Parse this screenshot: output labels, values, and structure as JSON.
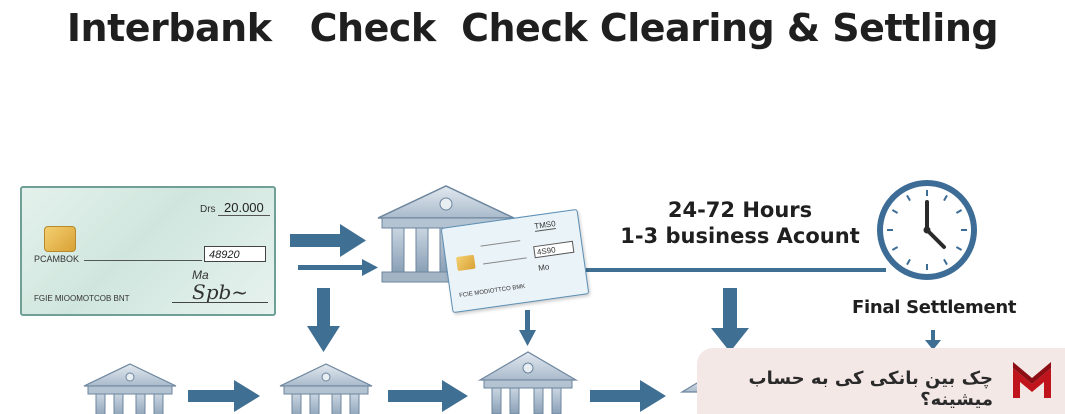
{
  "title": "Interbank   Check  Check Clearing & Settling",
  "check_main": {
    "currency_label": "Drs",
    "amount": "20.000",
    "payee_label": "PCAMBOK",
    "number": "48920",
    "memo": "Ma",
    "bank_name": "FGIE MIOOMOTCOB BNT",
    "signature": "Spb~"
  },
  "check_small": {
    "number": "TMS0",
    "amount": "4S90",
    "memo": "Mo",
    "bank_name": "FCIE MODIOTTCO BMK"
  },
  "timing": {
    "line1": "24-72 Hours",
    "line2": "1-3 business Acount"
  },
  "final_settlement_label": "Final Settlement",
  "banner": {
    "text": "چک بین بانکی کی به حساب میشینه؟",
    "logo_icon": "m-logo-icon",
    "logo_color": "#c0141c"
  },
  "colors": {
    "arrow": "#3f6f93",
    "bank": "#8fa3b8",
    "bank_dark": "#5f7891",
    "clock_ring": "#3d6d96"
  }
}
